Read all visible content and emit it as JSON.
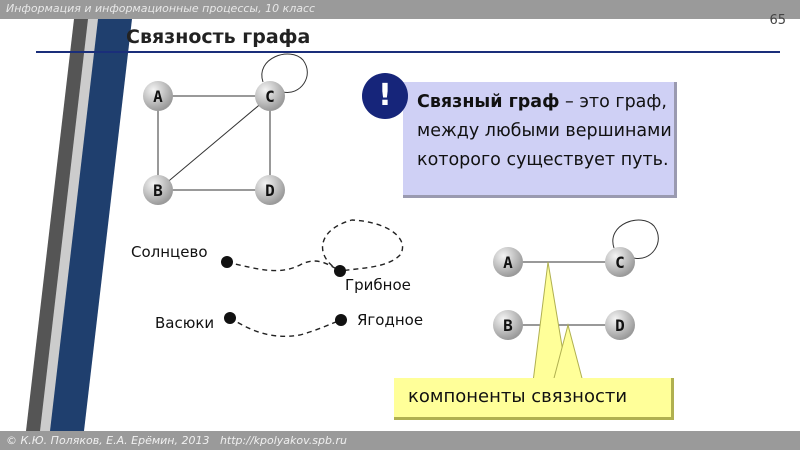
{
  "header": {
    "course": "Информация и информационные процессы, 10 класс",
    "page_number": "65"
  },
  "title": "Связность графа",
  "callout": {
    "icon": "exclamation-icon",
    "icon_glyph": "!",
    "term": "Связный граф",
    "rest": " – это граф, между любыми вершинами которого существует путь."
  },
  "graph1": {
    "nodes": [
      "A",
      "C",
      "B",
      "D"
    ]
  },
  "graph2": {
    "nodes": [
      "A",
      "C",
      "B",
      "D"
    ]
  },
  "places": [
    "Солнцево",
    "Грибное",
    "Васюки",
    "Ягодное"
  ],
  "components_label": "компоненты связности",
  "footer": {
    "text": "© К.Ю. Поляков, Е.А. Ерёмин, 2013   http://kpolyakov.spb.ru"
  }
}
